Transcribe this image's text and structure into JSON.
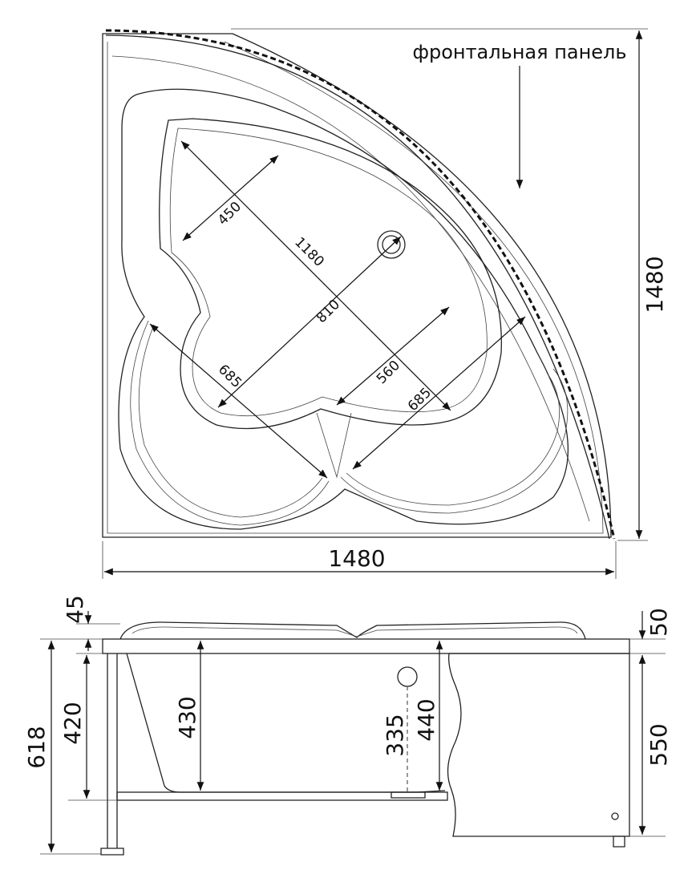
{
  "top_view": {
    "panel_label": "фронтальная панель",
    "width_label": "1480",
    "height_label": "1480",
    "inner_dims": {
      "d1180": "1180",
      "d450": "450",
      "d810": "810",
      "d560": "560",
      "d685_left": "685",
      "d685_right": "685"
    }
  },
  "side_view": {
    "d45": "45",
    "d618": "618",
    "d420": "420",
    "d430": "430",
    "d335": "335",
    "d440": "440",
    "d50": "50",
    "d550": "550"
  },
  "colors": {
    "line": "#222222",
    "background": "#ffffff"
  }
}
